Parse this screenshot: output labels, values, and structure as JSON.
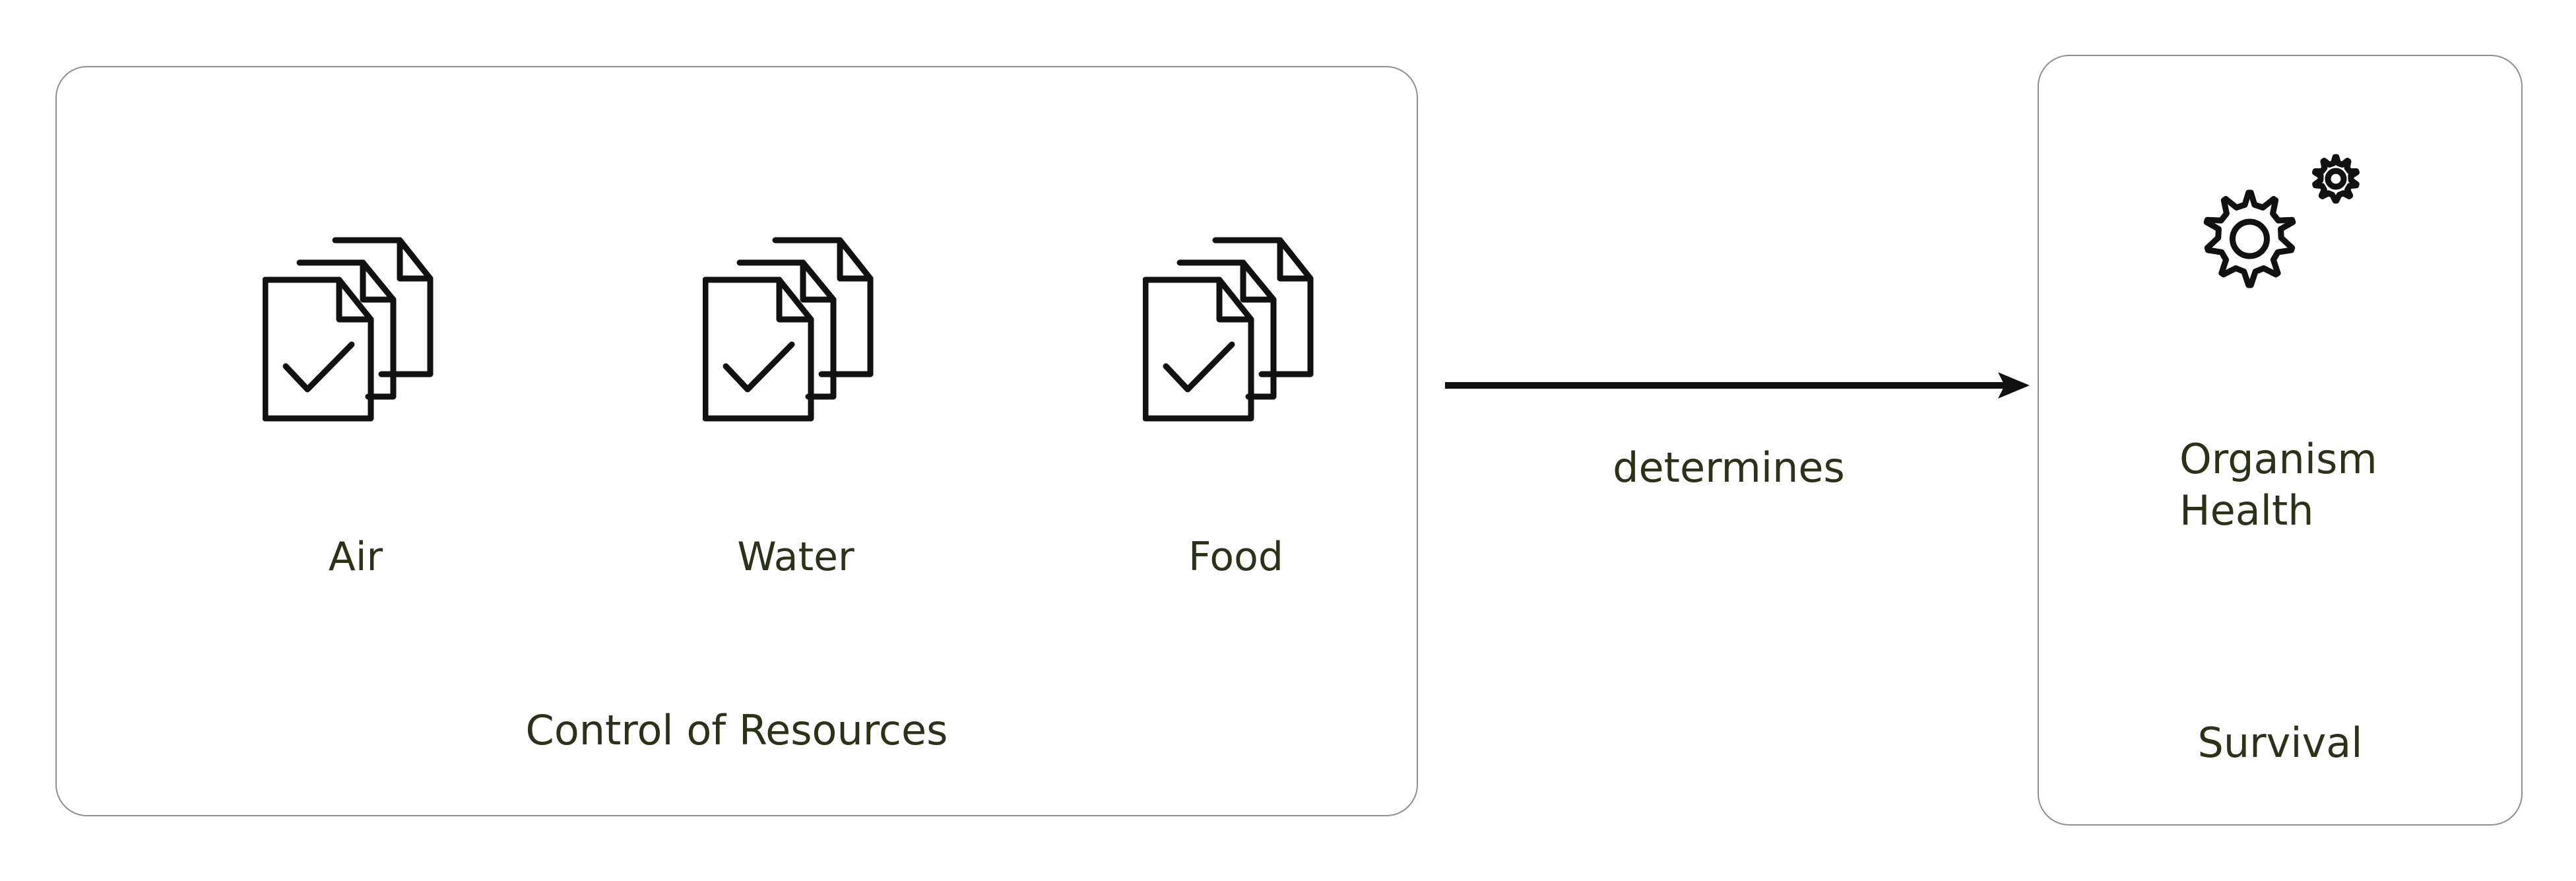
{
  "resources": {
    "items": [
      {
        "label": "Air",
        "icon": "stacked-documents-check-icon"
      },
      {
        "label": "Water",
        "icon": "stacked-documents-check-icon"
      },
      {
        "label": "Food",
        "icon": "stacked-documents-check-icon"
      }
    ],
    "caption": "Control of Resources"
  },
  "relation": {
    "label": "determines",
    "icon": "right-arrow"
  },
  "outcome": {
    "icon": "gears-icon",
    "label_line1": "Organism",
    "label_line2": "Health",
    "caption": "Survival"
  },
  "colors": {
    "text": "#2a3318",
    "border": "#8f8f8f",
    "stroke": "#111111"
  }
}
